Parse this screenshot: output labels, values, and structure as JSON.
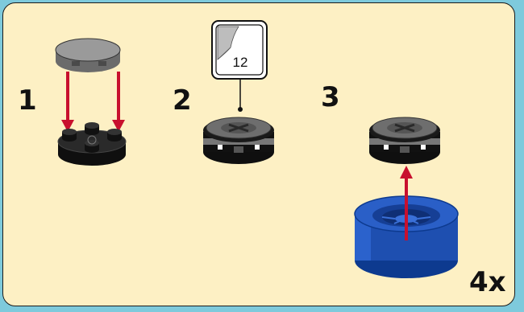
{
  "steps": [
    {
      "number": "1",
      "description_hidden": null
    },
    {
      "number": "2"
    },
    {
      "number": "3"
    }
  ],
  "sticker": {
    "number": "12"
  },
  "multiplier": "4x",
  "colors": {
    "background": "#7ecadc",
    "panel": "#fdf0c4",
    "arrow": "#c8102e",
    "wheel": "#1e4fb0",
    "black_part": "#1c1c1c",
    "gray_part": "#8c8c8c"
  },
  "icons": [
    "round-tile-icon",
    "round-plate-icon",
    "arrow-down-icon",
    "sticker-icon",
    "wheel-hub-icon",
    "tire-icon",
    "arrow-up-icon"
  ]
}
